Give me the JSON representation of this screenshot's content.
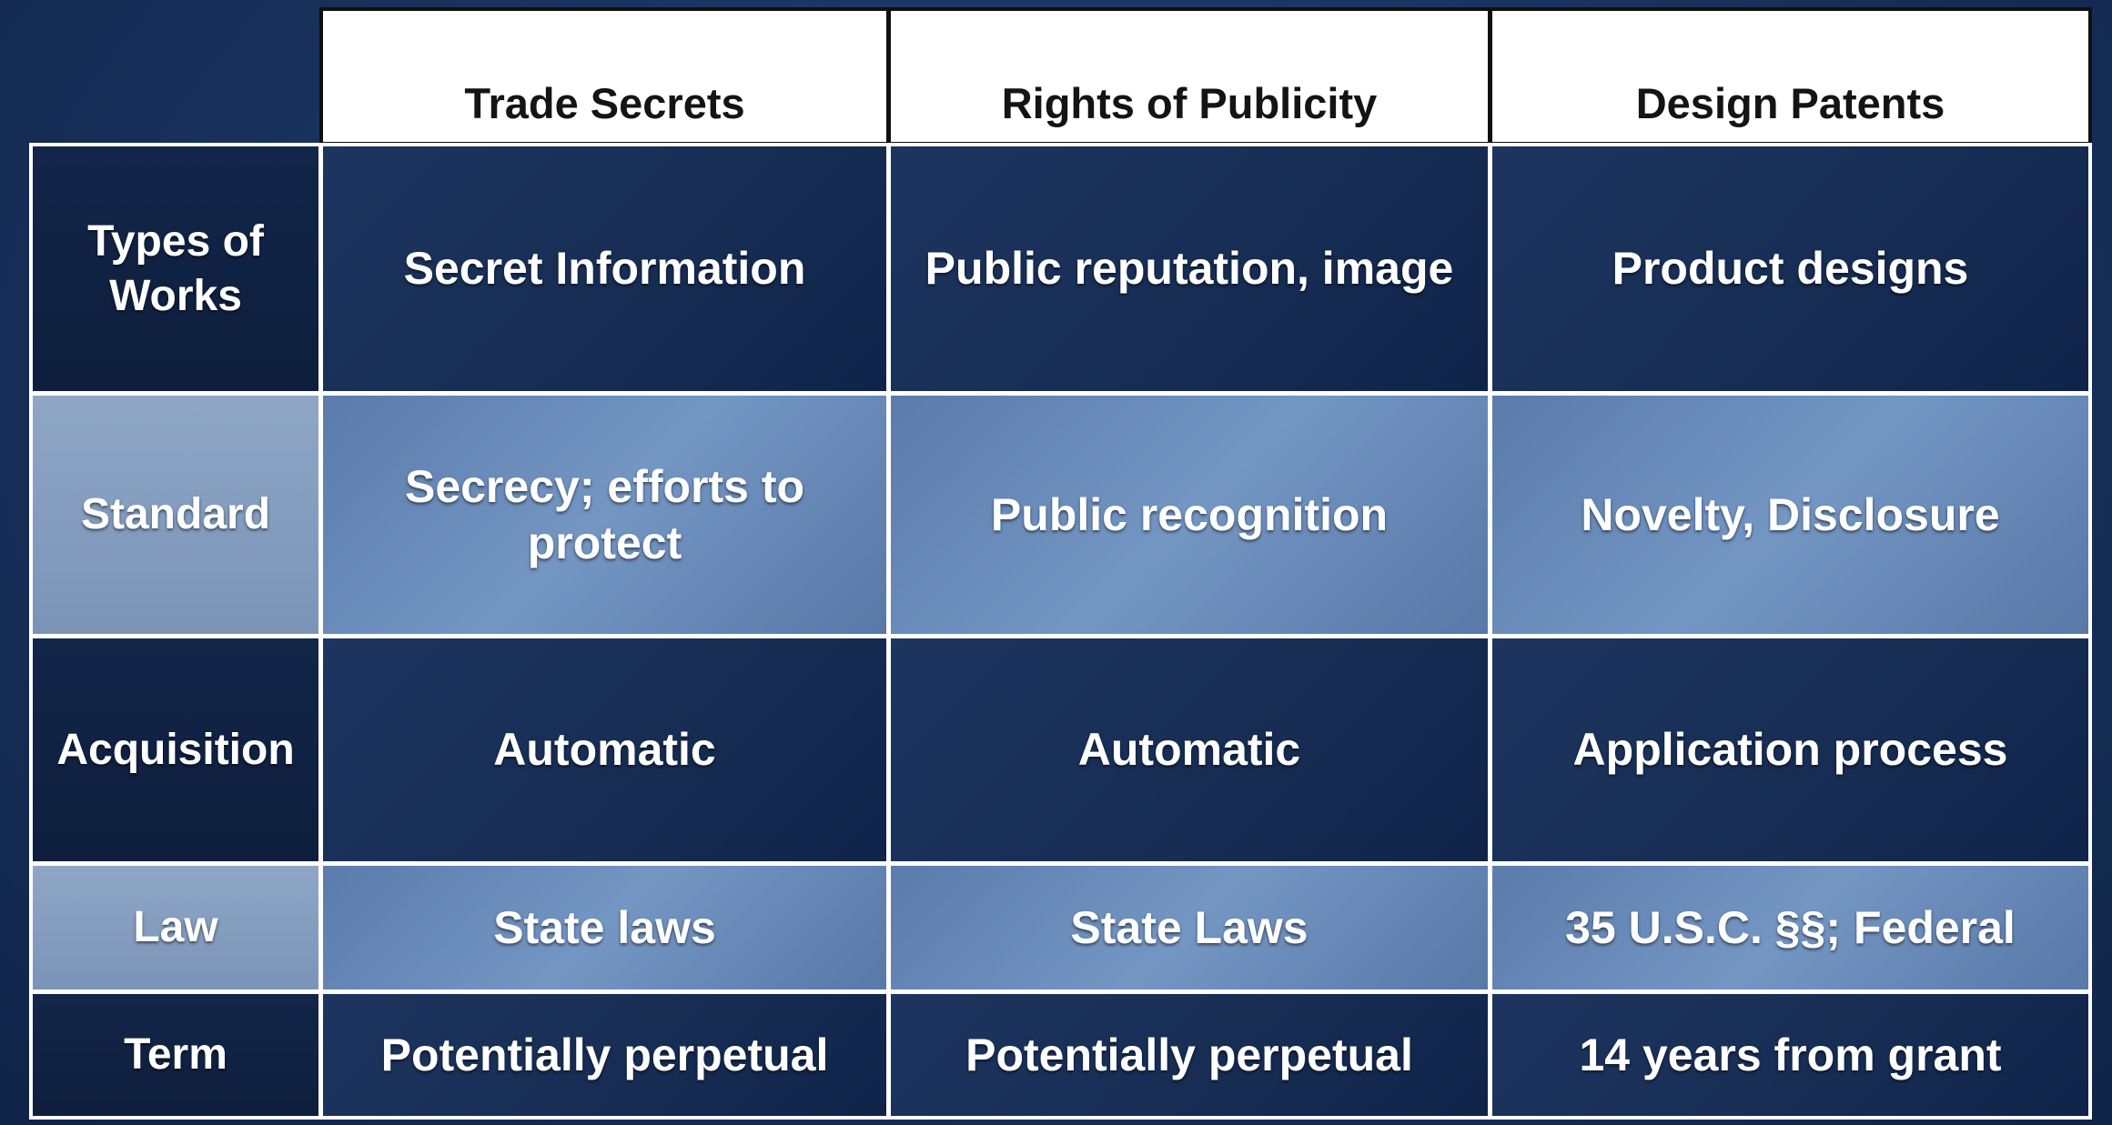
{
  "columns": [
    "Trade Secrets",
    "Rights of Publicity",
    "Design Patents"
  ],
  "rows": [
    {
      "label": "Types of Works",
      "cells": [
        "Secret Information",
        "Public reputation, image",
        "Product designs"
      ]
    },
    {
      "label": "Standard",
      "cells": [
        "Secrecy; efforts to protect",
        "Public recognition",
        "Novelty, Disclosure"
      ]
    },
    {
      "label": "Acquisition",
      "cells": [
        "Automatic",
        "Automatic",
        "Application process"
      ]
    },
    {
      "label": "Law",
      "cells": [
        "State laws",
        "State Laws",
        "35 U.S.C. §§; Federal"
      ]
    },
    {
      "label": "Term",
      "cells": [
        "Potentially perpetual",
        "Potentially perpetual",
        "14 years from grant"
      ]
    }
  ]
}
